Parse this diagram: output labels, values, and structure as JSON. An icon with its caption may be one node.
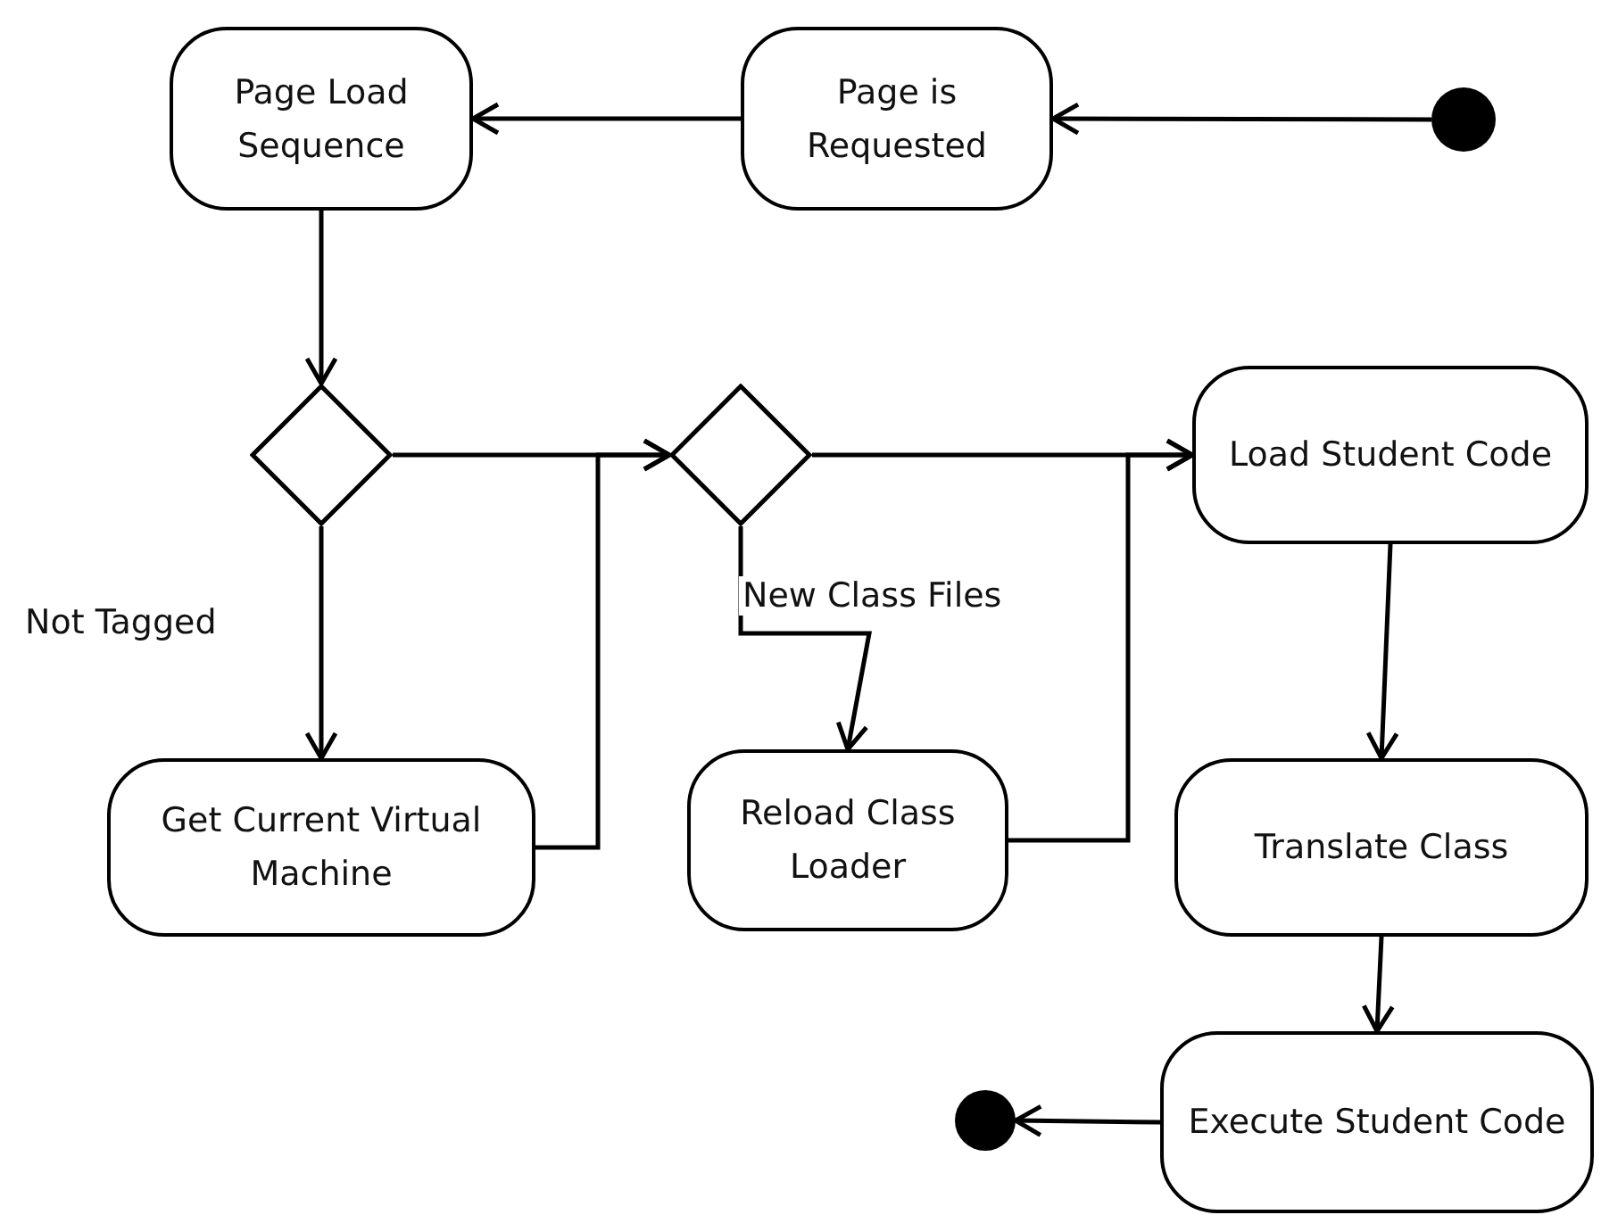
{
  "diagram": {
    "nodes": [
      {
        "text": [
          "Page Load Sequence"
        ]
      },
      {
        "text": [
          "Page is Requested"
        ]
      },
      {
        "text": [],
        "shape": "circle"
      },
      {
        "text": [],
        "shape": "diamond"
      },
      {
        "text": [],
        "shape": "diamond"
      },
      {
        "text": [
          "Load Student Code"
        ]
      },
      {
        "text": [
          "Get Current Virtual Machine"
        ]
      },
      {
        "text": [
          "Reload Class Loader"
        ]
      },
      {
        "text": [
          "Translate Class"
        ]
      },
      {
        "text": [
          "Execute Student Code"
        ]
      },
      {
        "text": [],
        "shape": "circle"
      }
    ],
    "edges": [
      {
        "from": 2,
        "to": 1,
        "arrow": "to"
      },
      {
        "from": 1,
        "to": 0,
        "arrow": "to"
      },
      {
        "from": 0,
        "to": 3,
        "arrow": "to"
      },
      {
        "from": 3,
        "to": 6,
        "arrow": "to",
        "label": "Not Tagged"
      },
      {
        "from": 3,
        "to": 4,
        "arrow": "to"
      },
      {
        "from": 6,
        "to": 4,
        "arrow": "to"
      },
      {
        "from": 4,
        "to": 5,
        "arrow": "to"
      },
      {
        "from": 4,
        "to": 7,
        "arrow": "to",
        "label": "New Class Files"
      },
      {
        "from": 7,
        "to": 5,
        "arrow": "to"
      },
      {
        "from": 5,
        "to": 8,
        "arrow": "to"
      },
      {
        "from": 8,
        "to": 9,
        "arrow": "to"
      },
      {
        "from": 9,
        "to": 10,
        "arrow": "to"
      }
    ]
  }
}
